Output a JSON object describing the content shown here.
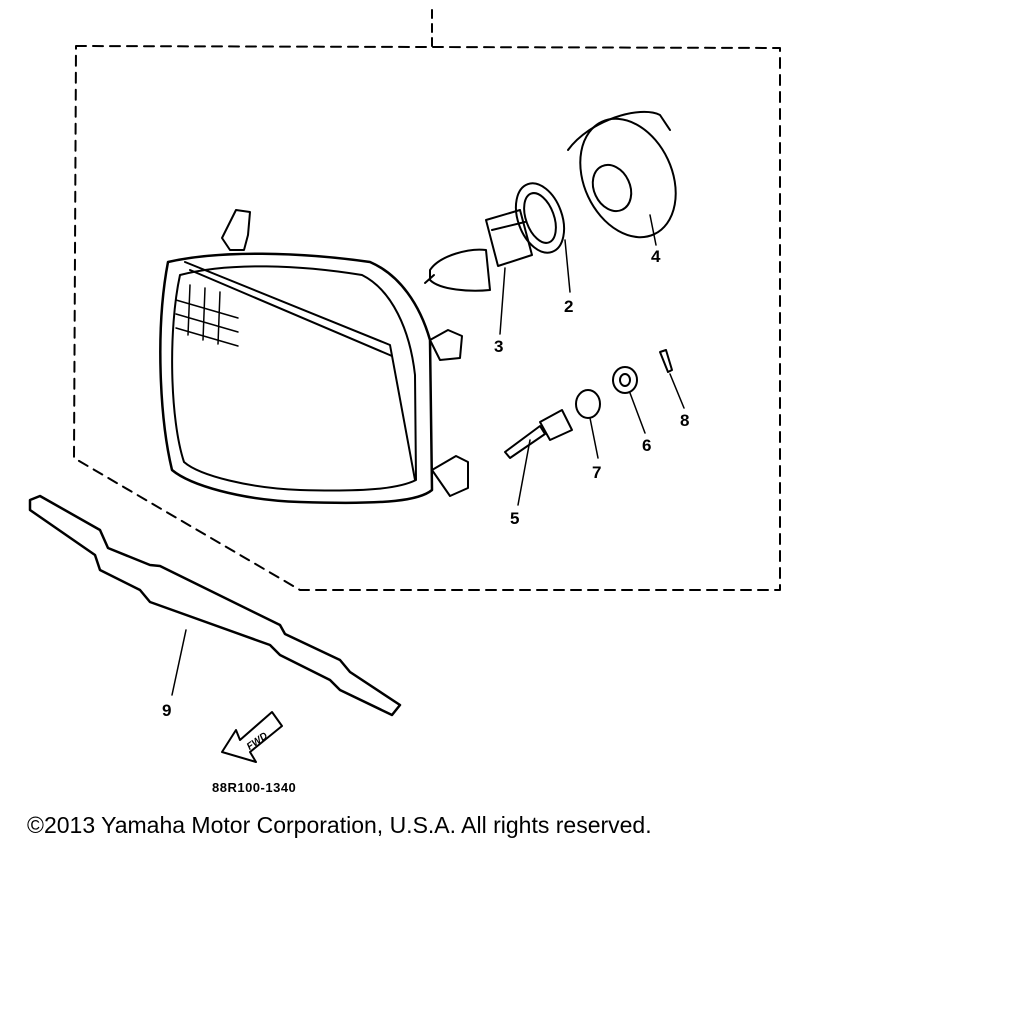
{
  "diagram": {
    "callouts": [
      {
        "id": "2",
        "label": "2"
      },
      {
        "id": "3",
        "label": "3"
      },
      {
        "id": "4",
        "label": "4"
      },
      {
        "id": "5",
        "label": "5"
      },
      {
        "id": "6",
        "label": "6"
      },
      {
        "id": "7",
        "label": "7"
      },
      {
        "id": "8",
        "label": "8"
      },
      {
        "id": "9",
        "label": "9"
      }
    ],
    "forward_arrow_label": "FWD",
    "reference_code": "88R100-1340"
  },
  "footer": {
    "copyright": "©2013 Yamaha Motor Corporation, U.S.A. All rights reserved."
  },
  "colors": {
    "line": "#000000",
    "background": "#ffffff"
  }
}
